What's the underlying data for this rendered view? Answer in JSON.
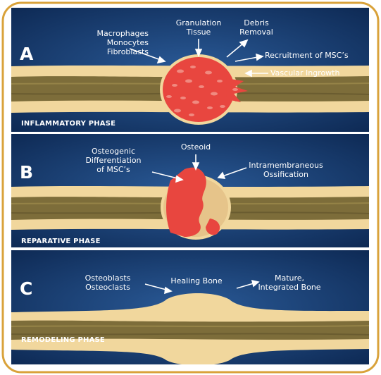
{
  "colors": {
    "border": "#d9a23a",
    "panel_dark": "#0e2a55",
    "panel_light": "#2a5a97",
    "bone": "#f1d79d",
    "marrow": "#7d6d3a",
    "granulation": "#e8463f",
    "text": "#ffffff"
  },
  "panels": [
    {
      "letter": "A",
      "phase_label": "INFLAMMATORY PHASE",
      "labels": {
        "cells": [
          "Macrophages",
          "Monocytes",
          "Fibroblasts"
        ],
        "granulation": [
          "Granulation",
          "Tissue"
        ],
        "debris": [
          "Debris",
          "Removal"
        ],
        "recruitment": "Recruitment of MSC’s",
        "vascular": "Vascular Ingrowth"
      }
    },
    {
      "letter": "B",
      "phase_label": "REPARATIVE PHASE",
      "labels": {
        "osteogenic": [
          "Osteogenic",
          "Differentiation",
          "of MSC’s"
        ],
        "osteoid": "Osteoid",
        "intramembraneous": [
          "Intramembraneous",
          "Ossification"
        ]
      }
    },
    {
      "letter": "C",
      "phase_label": "REMODELING PHASE",
      "labels": {
        "osteo": [
          "Osteoblasts",
          "Osteoclasts"
        ],
        "healing": "Healing Bone",
        "mature": [
          "Mature,",
          "Integrated Bone"
        ]
      }
    }
  ]
}
